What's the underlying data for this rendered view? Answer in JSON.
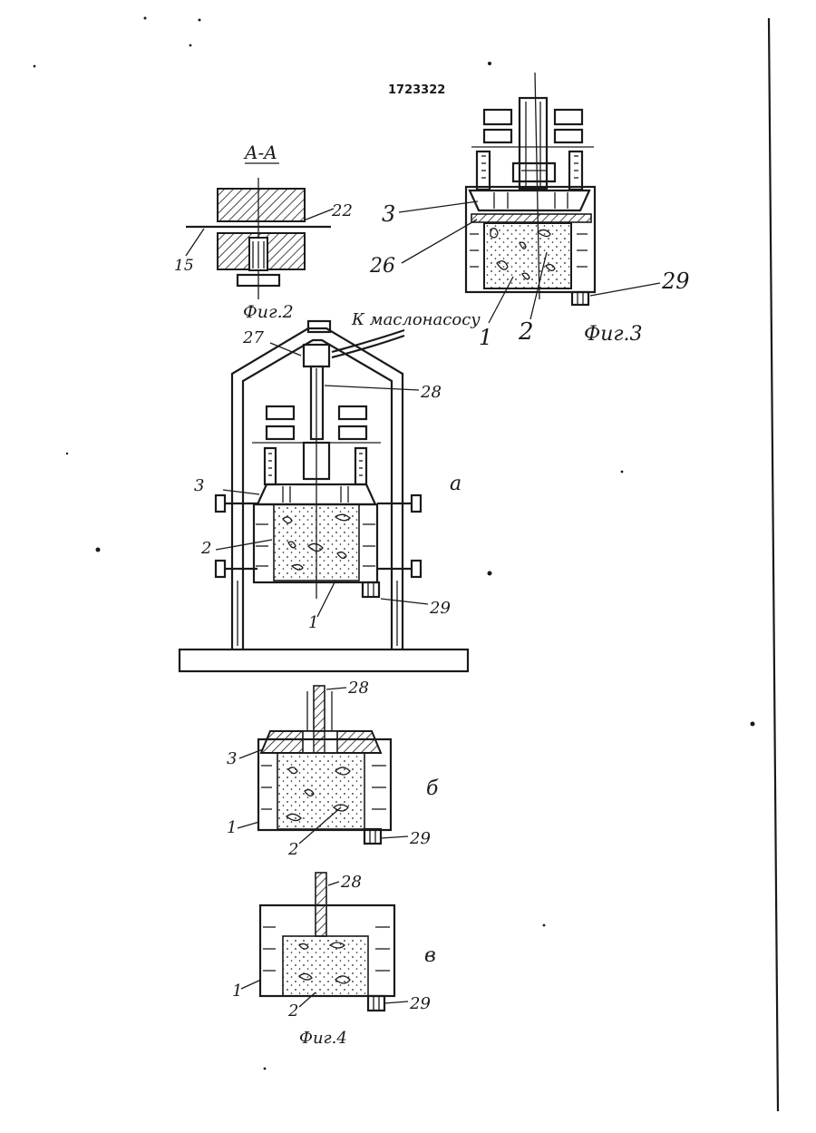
{
  "patent_number": "1723322",
  "section_label": "A-A",
  "figures": {
    "fig2": {
      "caption": "Фиг.2",
      "labels": {
        "l22": "22",
        "l15": "15"
      }
    },
    "fig3": {
      "caption": "Фиг.3",
      "labels": {
        "l3": "3",
        "l26": "26",
        "l29": "29",
        "l1": "1",
        "l2": "2"
      }
    },
    "fig4": {
      "caption": "Фиг.4",
      "pump_label": "К маслонасосу",
      "a": {
        "letter": "а",
        "labels": {
          "l27": "27",
          "l28": "28",
          "l3": "3",
          "l2": "2",
          "l1": "1",
          "l29": "29"
        }
      },
      "b": {
        "letter": "б",
        "labels": {
          "l28": "28",
          "l3": "3",
          "l1": "1",
          "l2": "2",
          "l29": "29"
        }
      },
      "v": {
        "letter": "в",
        "labels": {
          "l28": "28",
          "l1": "1",
          "l2": "2",
          "l29": "29"
        }
      }
    }
  }
}
